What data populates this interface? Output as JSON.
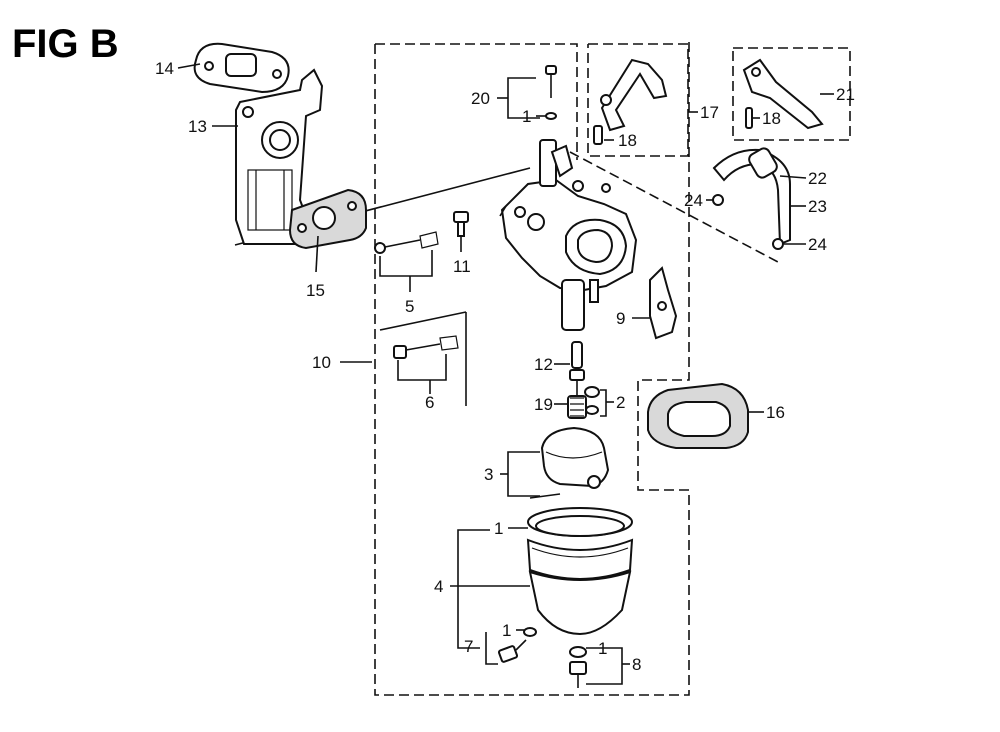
{
  "figure": {
    "title": "FIG B"
  },
  "callouts": {
    "c1a": "1",
    "c1b": "1",
    "c1c": "1",
    "c1d": "1",
    "c2": "2",
    "c3": "3",
    "c4": "4",
    "c5": "5",
    "c6": "6",
    "c7": "7",
    "c8": "8",
    "c9": "9",
    "c10": "10",
    "c11": "11",
    "c12": "12",
    "c13": "13",
    "c14": "14",
    "c15": "15",
    "c16": "16",
    "c17": "17",
    "c18a": "18",
    "c18b": "18",
    "c19": "19",
    "c20": "20",
    "c21": "21",
    "c22": "22",
    "c23": "23",
    "c24a": "24",
    "c24b": "24"
  }
}
